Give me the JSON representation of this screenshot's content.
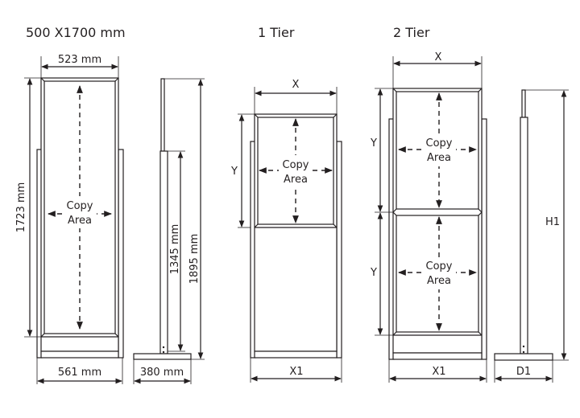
{
  "titles": {
    "left": "500 X1700 mm",
    "middle": "1 Tier",
    "right": "2 Tier"
  },
  "left": {
    "width_top": "523  mm",
    "height_frame": "1723 mm",
    "width_base": "561 mm",
    "copy_line1": "Copy",
    "copy_line2": "Area",
    "side_post_height": "1345 mm",
    "side_total_height": "1895 mm",
    "side_depth": "380 mm"
  },
  "middle": {
    "x": "X",
    "y": "Y",
    "x1": "X1",
    "copy_line1": "Copy",
    "copy_line2": "Area"
  },
  "right": {
    "x": "X",
    "y_top": "Y",
    "y_bottom": "Y",
    "x1": "X1",
    "copy_line1": "Copy",
    "copy_line2": "Area",
    "h1": "H1",
    "d1": "D1"
  }
}
